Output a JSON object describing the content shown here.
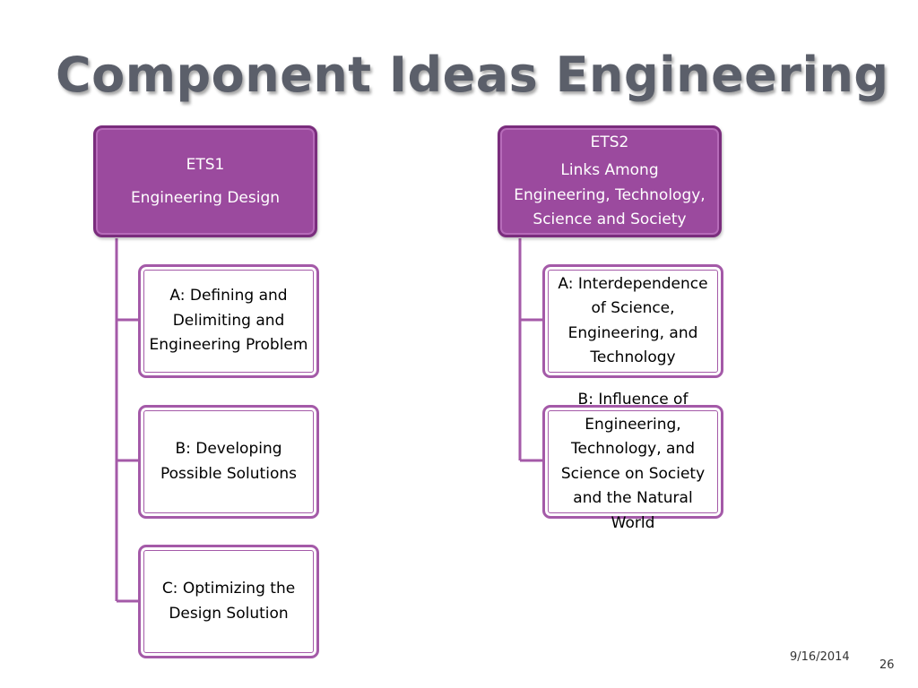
{
  "slide": {
    "title": "Component Ideas Engineering",
    "date": "9/16/2014",
    "page_number": "26"
  },
  "colors": {
    "header_fill": "#9b4a9e",
    "border": "#a45aa8",
    "title_text": "#5b5f6a"
  },
  "ets1": {
    "code": "ETS1",
    "name": "Engineering Design",
    "items": [
      "A: Defining and Delimiting and Engineering Problem",
      "B: Developing Possible Solutions",
      "C: Optimizing the Design Solution"
    ]
  },
  "ets2": {
    "code": "ETS2",
    "name": "Links Among Engineering, Technology, Science and Society",
    "items": [
      "A: Interdependence of Science, Engineering, and Technology",
      "B: Influence of Engineering, Technology, and Science on Society and the Natural World"
    ]
  }
}
